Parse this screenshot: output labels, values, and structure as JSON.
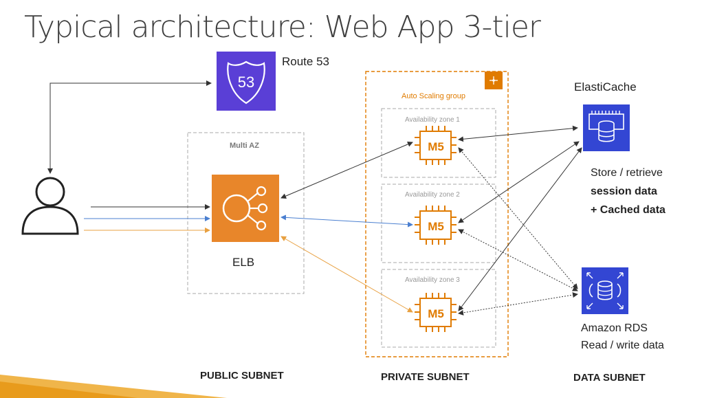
{
  "title": "Typical architecture: Web App 3-tier",
  "route53": {
    "label": "Route 53",
    "badge": "53"
  },
  "public": {
    "group_label": "Multi AZ",
    "elb_label": "ELB",
    "subnet_label": "PUBLIC SUBNET"
  },
  "private": {
    "group_label": "Auto Scaling group",
    "zones": [
      {
        "label": "Availability zone 1",
        "instance": "M5"
      },
      {
        "label": "Availability zone 2",
        "instance": "M5"
      },
      {
        "label": "Availability zone 3",
        "instance": "M5"
      }
    ],
    "subnet_label": "PRIVATE SUBNET"
  },
  "data": {
    "elasticache_label": "ElastiCache",
    "store_line1": "Store / retrieve",
    "store_line2": "session data",
    "store_line3": "+ Cached data",
    "rds_line1": "Amazon RDS",
    "rds_line2": "Read / write data",
    "subnet_label": "DATA SUBNET"
  },
  "colors": {
    "route53": "#5a3fd6",
    "elb": "#e8862a",
    "ec2": "#e07b00",
    "data_store": "#3346d3",
    "blue_arrow": "#4a7fd0",
    "orange_arrow": "#e8a040"
  },
  "icons": [
    "user-icon",
    "route53-icon",
    "elb-icon",
    "ec2-m5-icon",
    "elasticache-icon",
    "rds-icon",
    "autoscaling-icon"
  ]
}
